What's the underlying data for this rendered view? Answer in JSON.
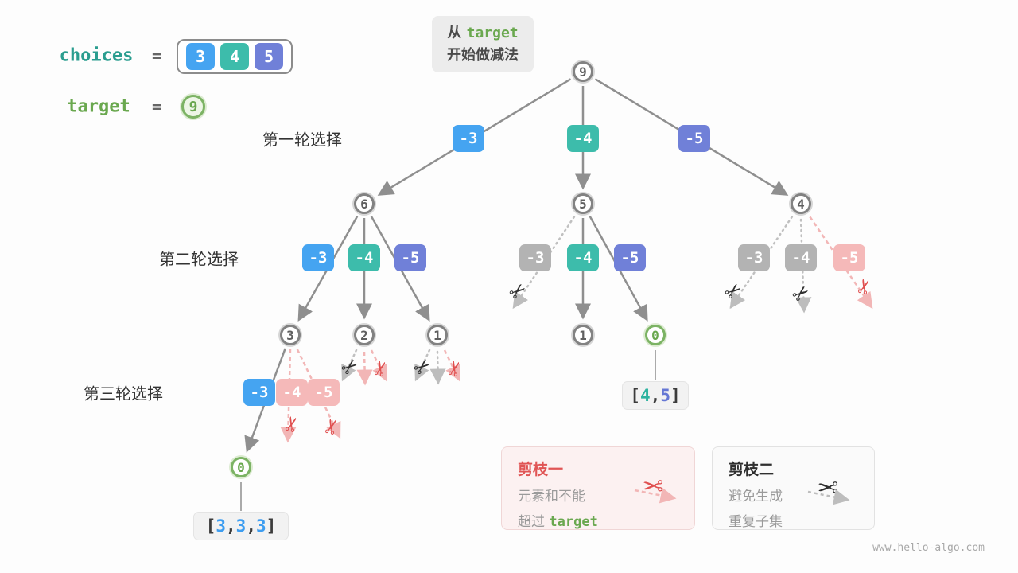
{
  "header": {
    "choices_label": "choices",
    "choices_eq": "=",
    "choices": [
      "3",
      "4",
      "5"
    ],
    "target_label": "target",
    "target_eq": "=",
    "target_value": "9"
  },
  "annotation": {
    "line1_prefix": "从 ",
    "line1_code": "target",
    "line2": "开始做减法"
  },
  "round_labels": {
    "round1": "第一轮选择",
    "round2": "第二轮选择",
    "round3": "第三轮选择"
  },
  "tree": {
    "nodes": {
      "root": "9",
      "n6": "6",
      "n5": "5",
      "n4": "4",
      "n3": "3",
      "n2": "2",
      "n1a": "1",
      "n1b": "1",
      "n0a": "0",
      "n0b": "0"
    },
    "edge_labels": {
      "r1_m3": "-3",
      "r1_m4": "-4",
      "r1_m5": "-5",
      "r2a_m3": "-3",
      "r2a_m4": "-4",
      "r2a_m5": "-5",
      "r2b_m3": "-3",
      "r2b_m4": "-4",
      "r2b_m5": "-5",
      "r2c_m3": "-3",
      "r2c_m4": "-4",
      "r2c_m5": "-5",
      "r3_m3": "-3",
      "r3_m4": "-4",
      "r3_m5": "-5"
    }
  },
  "results": {
    "r45": {
      "open": "[",
      "v1": "4",
      "comma": ",",
      "v2": "5",
      "close": "]"
    },
    "r333": {
      "open": "[",
      "v1": "3",
      "comma1": ",",
      "v2": "3",
      "comma2": ",",
      "v3": "3",
      "close": "]"
    }
  },
  "legend": {
    "prune1": {
      "title": "剪枝一",
      "line1": "元素和不能",
      "line2_prefix": "超过 ",
      "line2_code": "target"
    },
    "prune2": {
      "title": "剪枝二",
      "line1": "避免生成",
      "line2": "重复子集"
    }
  },
  "icons": {
    "scissors": "✂"
  },
  "watermark": "www.hello-algo.com",
  "colors": {
    "choice3_blue": "#45a4f1",
    "choice4_teal": "#3dbcab",
    "choice5_indigo": "#7080d8",
    "pruned_gray": "#b3b3b3",
    "pruned_pink": "#f5b9b9",
    "node_gray": "#828282",
    "node_green": "#7cb364",
    "scissors_red": "#e04f4f",
    "scissors_black": "#2e2e2e",
    "code_teal": "#2a9d8f",
    "code_green": "#6aa84f"
  }
}
